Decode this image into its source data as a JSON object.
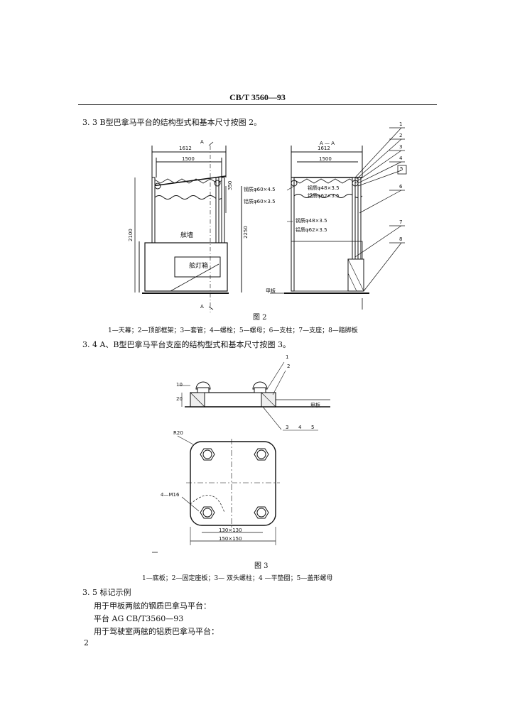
{
  "header": {
    "standard_no": "CB/T 3560—93"
  },
  "sections": {
    "s33": "3. 3 B型巴拿马平台的结构型式和基本尺寸按图 2。",
    "s34": "3. 4 A、B型巴拿马平台支座的结构型式和基本尺寸按图 3。",
    "s35": "3. 5 标记示例"
  },
  "fig2": {
    "caption": "图 2",
    "legend": "1—天幕；2—顶部框架；3—套管；4—螺栓；5—螺母；6—支柱；7—支座；8—踏脚板",
    "left_view": {
      "section_mark_top": "A",
      "section_mark_bottom": "A",
      "dim_1612": "1612",
      "dim_1500": "1500",
      "dim_350": "350",
      "dim_2100": "2100",
      "dim_2250": "2250",
      "label_bulwark": "舷墙",
      "label_light_box": "舷灯箱"
    },
    "right_view": {
      "section_label": "A — A",
      "dim_1612": "1612",
      "dim_1500": "1500",
      "spec_steel_1": "钢质φ60×4.5",
      "spec_al_1": "铝质φ60×3.5",
      "spec_steel_2": "钢质φ48×3.5",
      "spec_al_2": "铝质φ62×3.5",
      "spec_steel_3": "钢质φ48×3.5",
      "spec_al_3": "铝质φ62×3.5",
      "label_deck": "甲板",
      "callouts": [
        "1",
        "2",
        "3",
        "4",
        "5",
        "6",
        "7",
        "8"
      ]
    }
  },
  "fig3": {
    "caption": "图 3",
    "legend": "1—底板；2—固定座板；3— 双头螺柱；4 —平垫圈；5—盖形螺母",
    "dim_10": "10",
    "dim_20": "20",
    "label_deck": "甲板",
    "callouts_top": [
      "1",
      "2"
    ],
    "callouts_bottom": [
      "3",
      "4",
      "5"
    ],
    "radius": "R20",
    "thread": "4—M16",
    "dim_inner": "130×130",
    "dim_outer": "150×150"
  },
  "example": {
    "line1": "用于甲板两舷的钢质巴拿马平台：",
    "line2": "平台   AG   CB/T3560—93",
    "line3": "用于驾驶室两舷的铝质巴拿马平台："
  },
  "footer": {
    "page_number": "2"
  }
}
